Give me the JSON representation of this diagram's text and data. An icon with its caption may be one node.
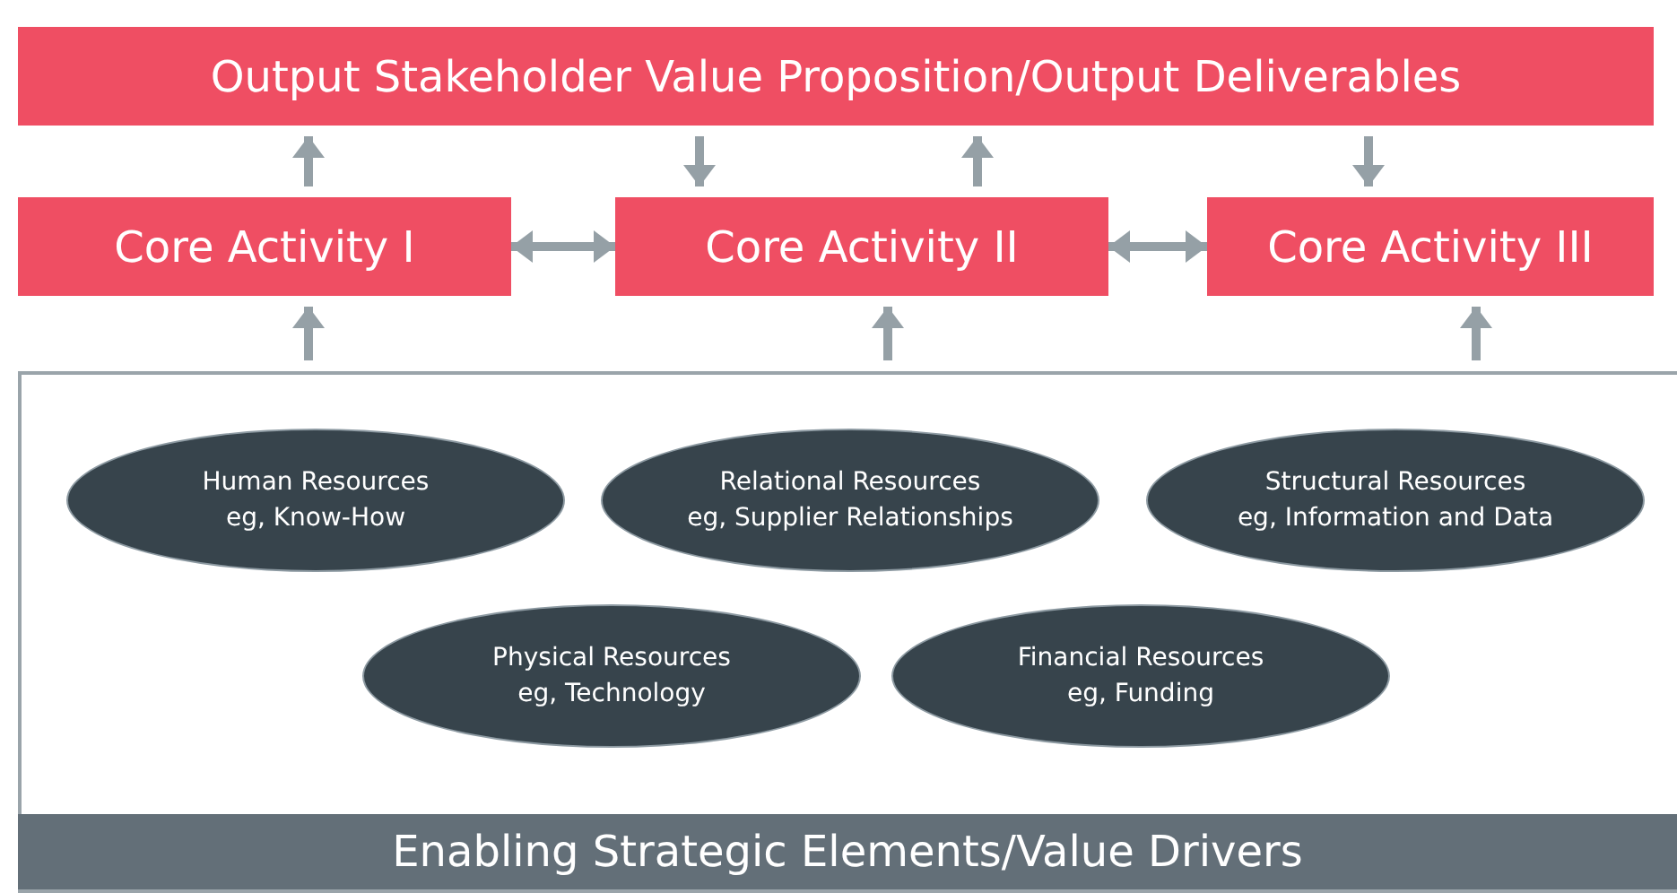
{
  "diagram": {
    "nodes": [
      {
        "text": [
          "Output Stakeholder Value Proposition/Output Deliverables"
        ]
      },
      {
        "text": [
          "Core Activity I"
        ]
      },
      {
        "text": [
          "Core Activity II"
        ]
      },
      {
        "text": [
          "Core Activity III"
        ]
      },
      {
        "text": [
          "Enabling Strategic Elements/Value Drivers"
        ]
      },
      {
        "text": [
          "Human Resources",
          "eg, Know-How"
        ],
        "in": 4
      },
      {
        "text": [
          "Relational Resources",
          "eg, Supplier Relationships"
        ],
        "in": 4
      },
      {
        "text": [
          "Structural Resources",
          "eg, Information and Data"
        ],
        "in": 4
      },
      {
        "text": [
          "Physical Resources",
          "eg, Technology"
        ],
        "in": 4
      },
      {
        "text": [
          "Financial Resources",
          "eg, Funding"
        ],
        "in": 4
      }
    ],
    "edges": [
      {
        "from": 1,
        "to": 0,
        "arrow": "to"
      },
      {
        "from": 0,
        "to": 2,
        "arrow": "to"
      },
      {
        "from": 2,
        "to": 0,
        "arrow": "to"
      },
      {
        "from": 0,
        "to": 3,
        "arrow": "to"
      },
      {
        "from": 1,
        "to": 2,
        "arrow": "both"
      },
      {
        "from": 2,
        "to": 3,
        "arrow": "both"
      },
      {
        "from": 4,
        "to": 1,
        "arrow": "to"
      },
      {
        "from": 4,
        "to": 2,
        "arrow": "to"
      },
      {
        "from": 4,
        "to": 3,
        "arrow": "to"
      }
    ]
  }
}
